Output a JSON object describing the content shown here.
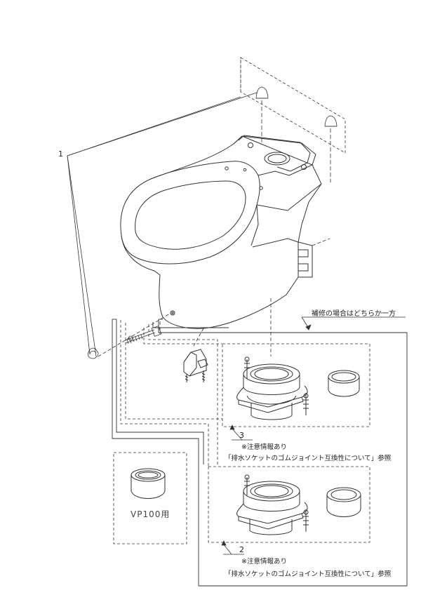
{
  "callouts": {
    "part1": "1",
    "part2": "2",
    "part3": "3"
  },
  "header_note": "補修の場合はどちらか一方",
  "note3": {
    "line1": "※注意情報あり",
    "line2": "「排水ソケットのゴムジョイント互換性について」参照"
  },
  "note2": {
    "line1": "※注意情報あり",
    "line2": "「排水ソケットのゴムジョイント互換性について」参照"
  },
  "vp_label": "VP100用"
}
